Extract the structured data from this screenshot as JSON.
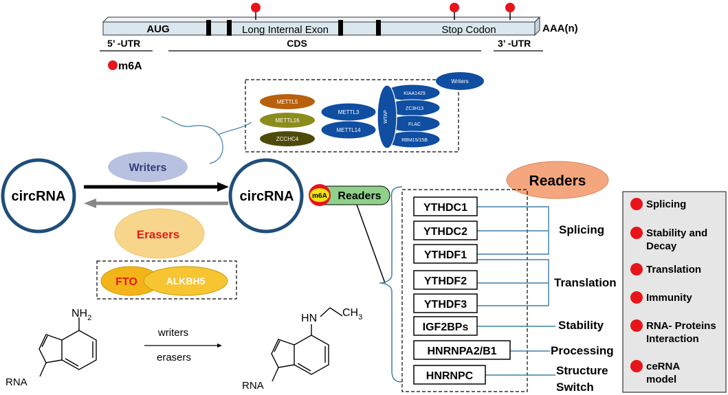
{
  "colors": {
    "m6a_red": "#e8141b",
    "gene_bar": "#dbe7ef",
    "circle_blue": "#1f4e79",
    "writer_blue": "#0f4ea0",
    "readers_header": "#f4a77f",
    "readers_pill": "#8fd18a",
    "eraser_fill": "#f7d58a",
    "eraser_text": "#e21b1b",
    "fto_fill": "#f2b418",
    "alkbh5_fill": "#f6c531",
    "functions_panel": "#e6e6e6",
    "arrow_black": "#000000",
    "arrow_grey": "#888888",
    "bracket_blue": "#3d7ea6"
  },
  "gene": {
    "aug": "AUG",
    "long_internal_exon": "Long Internal Exon",
    "stop_codon": "Stop Codon",
    "polya": "AAA(n)",
    "utr5": "5’ -UTR",
    "cds": "CDS",
    "utr3": "3’ -UTR",
    "m6a_legend": "m6A"
  },
  "writer_complex": {
    "mettl_group": [
      "METTL5",
      "METTL16",
      "ZCCHC4"
    ],
    "core": [
      "METTL3",
      "METTL14"
    ],
    "wtap": "WTAP",
    "adaptors": [
      "KIAA1429",
      "ZC3H13",
      "FLAC",
      "RBM15/15B"
    ],
    "writers_badge": "Writers"
  },
  "pathway": {
    "circrna_left": "circRNA",
    "circrna_right": "circRNA",
    "writers": "Writers",
    "erasers": "Erasers",
    "m6a_tag": "m6A",
    "readers_tag": "Readers",
    "fto": "FTO",
    "alkbh5": "ALKBH5"
  },
  "reaction": {
    "nh2": "NH",
    "nh2_sub": "2",
    "ch3": "CH",
    "ch3_sub": "3",
    "nh": "H",
    "n_label": "N",
    "rna_left": "RNA",
    "rna_right": "RNA",
    "writers": "writers",
    "erasers": "erasers"
  },
  "readers": {
    "header": "Readers",
    "list": [
      "YTHDC1",
      "YTHDC2",
      "YTHDF1",
      "YTHDF2",
      "YTHDF3",
      "IGF2BPs",
      "HNRNPA2/B1",
      "HNRNPC"
    ],
    "roles": {
      "splicing": "Splicing",
      "translation": "Translation",
      "stability": "Stability",
      "processing": "Processing",
      "structure_1": "Structure",
      "structure_2": "Switch"
    }
  },
  "functions": [
    [
      "Splicing"
    ],
    [
      "Stability and",
      "Decay"
    ],
    [
      "Translation"
    ],
    [
      "Immunity"
    ],
    [
      "RNA- Proteins",
      "Interaction"
    ],
    [
      "ceRNA",
      "model"
    ]
  ]
}
